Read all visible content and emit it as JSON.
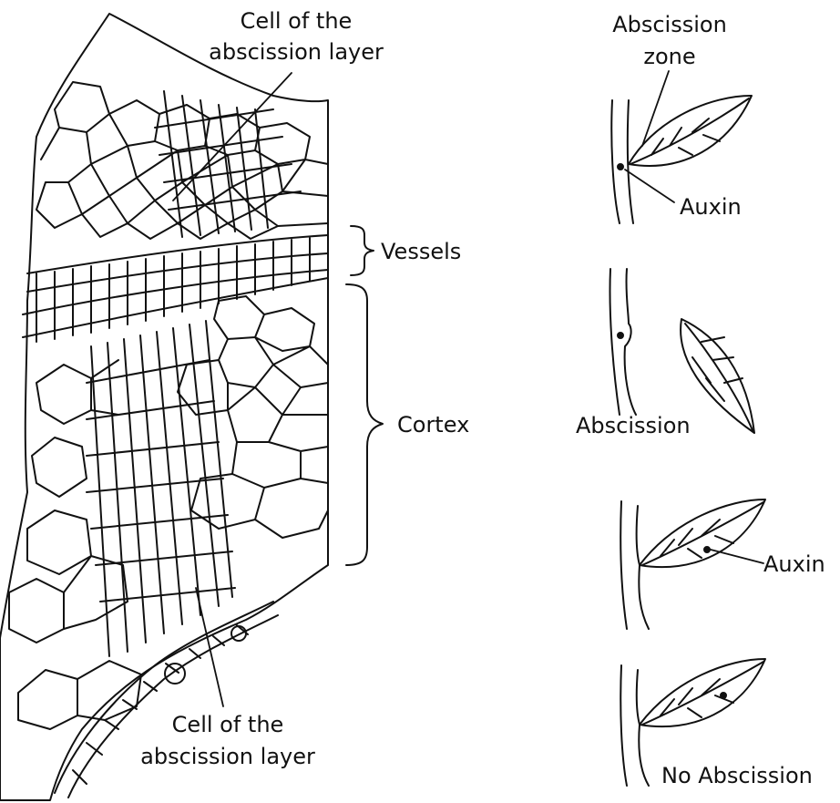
{
  "labels": {
    "abscission_layer_top_line1": "Cell of the",
    "abscission_layer_top_line2": "abscission layer",
    "vessels": "Vessels",
    "cortex": "Cortex",
    "abscission_layer_bottom_line1": "Cell of the",
    "abscission_layer_bottom_line2": "abscission layer",
    "abscission_zone_line1": "Abscission",
    "abscission_zone_line2": "zone",
    "auxin_1": "Auxin",
    "abscission": "Abscission",
    "auxin_2": "Auxin",
    "no_abscission": "No Abscission"
  },
  "colors": {
    "ink": "#111111",
    "background": "#ffffff"
  }
}
